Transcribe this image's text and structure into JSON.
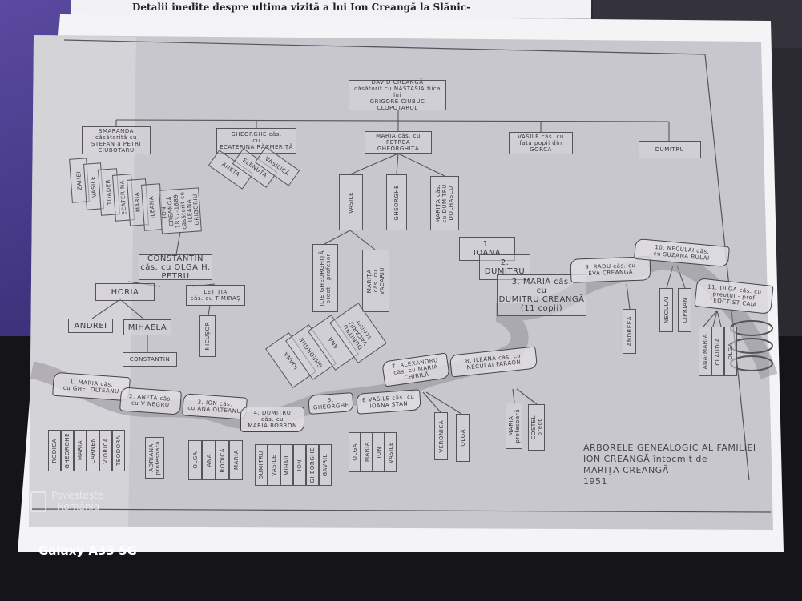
{
  "headline": "Detalii inedite despre ultima vizită a lui Ion Creangă la Slănic-",
  "caption": "ARBORELE GENEALOGIC AL FAMILIEI\nION CREANGĂ întocmit de\n          MARIȚA CREANGĂ\n                 1951",
  "watermark": "Povestește\n  România",
  "camera_tag": "Galaxy A33 5G",
  "colors": {
    "paper": "#f4f3f6",
    "print": "#c9c7ce",
    "ink": "#444444"
  },
  "nodes": [
    {
      "id": "root",
      "label": "DAVID CREANGĂ\ncăsătorit cu NASTASIA fiica lui\nGRIGORE CIUBUC CLOPOTARUL"
    },
    {
      "id": "smaranda",
      "label": "SMARANDA\ncăsătorită cu\nȘTEFAN a PETRI\nCIUBOTARU"
    },
    {
      "id": "gheorghe",
      "label": "GHEORGHE căs.\ncu\nECATERINA RĂZMERIȚĂ"
    },
    {
      "id": "maria",
      "label": "MARIA căs. cu\nPETREA GHEORGHIȚA"
    },
    {
      "id": "vasile",
      "label": "VASILE căs. cu\nfata popii din\nGORCA"
    },
    {
      "id": "dumitru",
      "label": "DUMITRU"
    },
    {
      "id": "s1",
      "label": "ZAHEI"
    },
    {
      "id": "s2",
      "label": "VASILE"
    },
    {
      "id": "s3",
      "label": "TOADER"
    },
    {
      "id": "s4",
      "label": "ECATERINA"
    },
    {
      "id": "s5",
      "label": "MARIA"
    },
    {
      "id": "s6",
      "label": "ILEANA"
    },
    {
      "id": "s7",
      "label": "ION CREANGĂ\n1837-1889\ncăsătorit cu\nILEANA GRIGORIU"
    },
    {
      "id": "g1",
      "label": "ANETA"
    },
    {
      "id": "g2",
      "label": "ELENUȚA"
    },
    {
      "id": "g3",
      "label": "VASILICĂ"
    },
    {
      "id": "m1",
      "label": "VASILE"
    },
    {
      "id": "m2",
      "label": "GHEORGHE"
    },
    {
      "id": "m3",
      "label": "MARIȚA căs.\ncu DUMITRU\nDOLHASCU"
    },
    {
      "id": "ilie",
      "label": "ILIE GHEORGHIȚĂ\npreot - profesor"
    },
    {
      "id": "mv",
      "label": "MARIȚA\ncăs. cu\nVACARIU"
    },
    {
      "id": "v1",
      "label": "IOANA"
    },
    {
      "id": "v2",
      "label": "GHEORGHE"
    },
    {
      "id": "v3",
      "label": "ANA"
    },
    {
      "id": "v4",
      "label": "DUMITRU\nVACARIU\nscriitor"
    },
    {
      "id": "constantin",
      "label": "CONSTANTIN\ncăs. cu OLGA H.\nPETRU"
    },
    {
      "id": "horia",
      "label": "HORIA"
    },
    {
      "id": "letitia",
      "label": "LETIȚIA\ncăs. cu TIMIRAȘ"
    },
    {
      "id": "andrei",
      "label": "ANDREI"
    },
    {
      "id": "mihaela",
      "label": "MIHAELA"
    },
    {
      "id": "constantin2",
      "label": "CONSTANTIN"
    },
    {
      "id": "nicusor",
      "label": "NICUȘOR"
    },
    {
      "id": "d1",
      "label": "1.\nIOANA"
    },
    {
      "id": "d2",
      "label": "2.\nDUMITRU"
    },
    {
      "id": "d3",
      "label": "3. MARIA căs.\ncu\nDUMITRU CREANGĂ\n(11 copii)"
    },
    {
      "id": "c1",
      "label": "1. MARIA căs.\ncu GHE. OLTEANU"
    },
    {
      "id": "c2",
      "label": "2. ANETA căs.\ncu V NEGRU"
    },
    {
      "id": "c3",
      "label": "3. ION căs.\ncu ANA OLTEANU"
    },
    {
      "id": "c4",
      "label": "4. DUMITRU\ncăs. cu\nMARIA BOBRON"
    },
    {
      "id": "c5",
      "label": "5.\nGHEORGHE"
    },
    {
      "id": "c6",
      "label": "6 VASILE căs. cu\nIOANA STAN"
    },
    {
      "id": "c7",
      "label": "7. ALEXANDRU\ncăs. cu MARIA\nCHIRILĂ"
    },
    {
      "id": "c8",
      "label": "8. ILEANA căs. cu\nNECULAI FARAON"
    },
    {
      "id": "c9",
      "label": "9. RADU căs. cu\nEVA CREANGĂ"
    },
    {
      "id": "c10",
      "label": "10. NECULAI căs.\ncu SUZANA BULAI"
    },
    {
      "id": "c11",
      "label": "11. OLGA căs. cu\npreotul - prof\nTEOCTIST CAIA"
    },
    {
      "id": "k1a",
      "label": "RODICA"
    },
    {
      "id": "k1b",
      "label": "GHEORGHE"
    },
    {
      "id": "k1c",
      "label": "MARIA"
    },
    {
      "id": "k1d",
      "label": "CARNEN"
    },
    {
      "id": "k1e",
      "label": "VIORICA"
    },
    {
      "id": "k1f",
      "label": "TEODORA"
    },
    {
      "id": "k2a",
      "label": "ADRIANA\nprofesoară"
    },
    {
      "id": "k3a",
      "label": "OLGA"
    },
    {
      "id": "k3b",
      "label": "ANA"
    },
    {
      "id": "k3c",
      "label": "RODICA"
    },
    {
      "id": "k3d",
      "label": "MARIA"
    },
    {
      "id": "k4a",
      "label": "DUMITRU"
    },
    {
      "id": "k4b",
      "label": "VASILE"
    },
    {
      "id": "k4c",
      "label": "MIHAIL"
    },
    {
      "id": "k4d",
      "label": "ION"
    },
    {
      "id": "k4e",
      "label": "GHEORGHE"
    },
    {
      "id": "k4f",
      "label": "GAVRIL"
    },
    {
      "id": "k6a",
      "label": "OLGA"
    },
    {
      "id": "k6b",
      "label": "MARIA"
    },
    {
      "id": "k6c",
      "label": "ION"
    },
    {
      "id": "k6d",
      "label": "VASILE"
    },
    {
      "id": "k7a",
      "label": "VERONICA"
    },
    {
      "id": "k7b",
      "label": "OLGA"
    },
    {
      "id": "k8a",
      "label": "MARIA\nprofesoară"
    },
    {
      "id": "k8b",
      "label": "COSTEL\npreot"
    },
    {
      "id": "k9a",
      "label": "ANDREEA"
    },
    {
      "id": "k10a",
      "label": "NECULAI"
    },
    {
      "id": "k10b",
      "label": "CIPRIAN"
    },
    {
      "id": "k11a",
      "label": "ANA-MARIA"
    },
    {
      "id": "k11b",
      "label": "CLAUDIA"
    },
    {
      "id": "k11c",
      "label": "OLGA"
    }
  ]
}
